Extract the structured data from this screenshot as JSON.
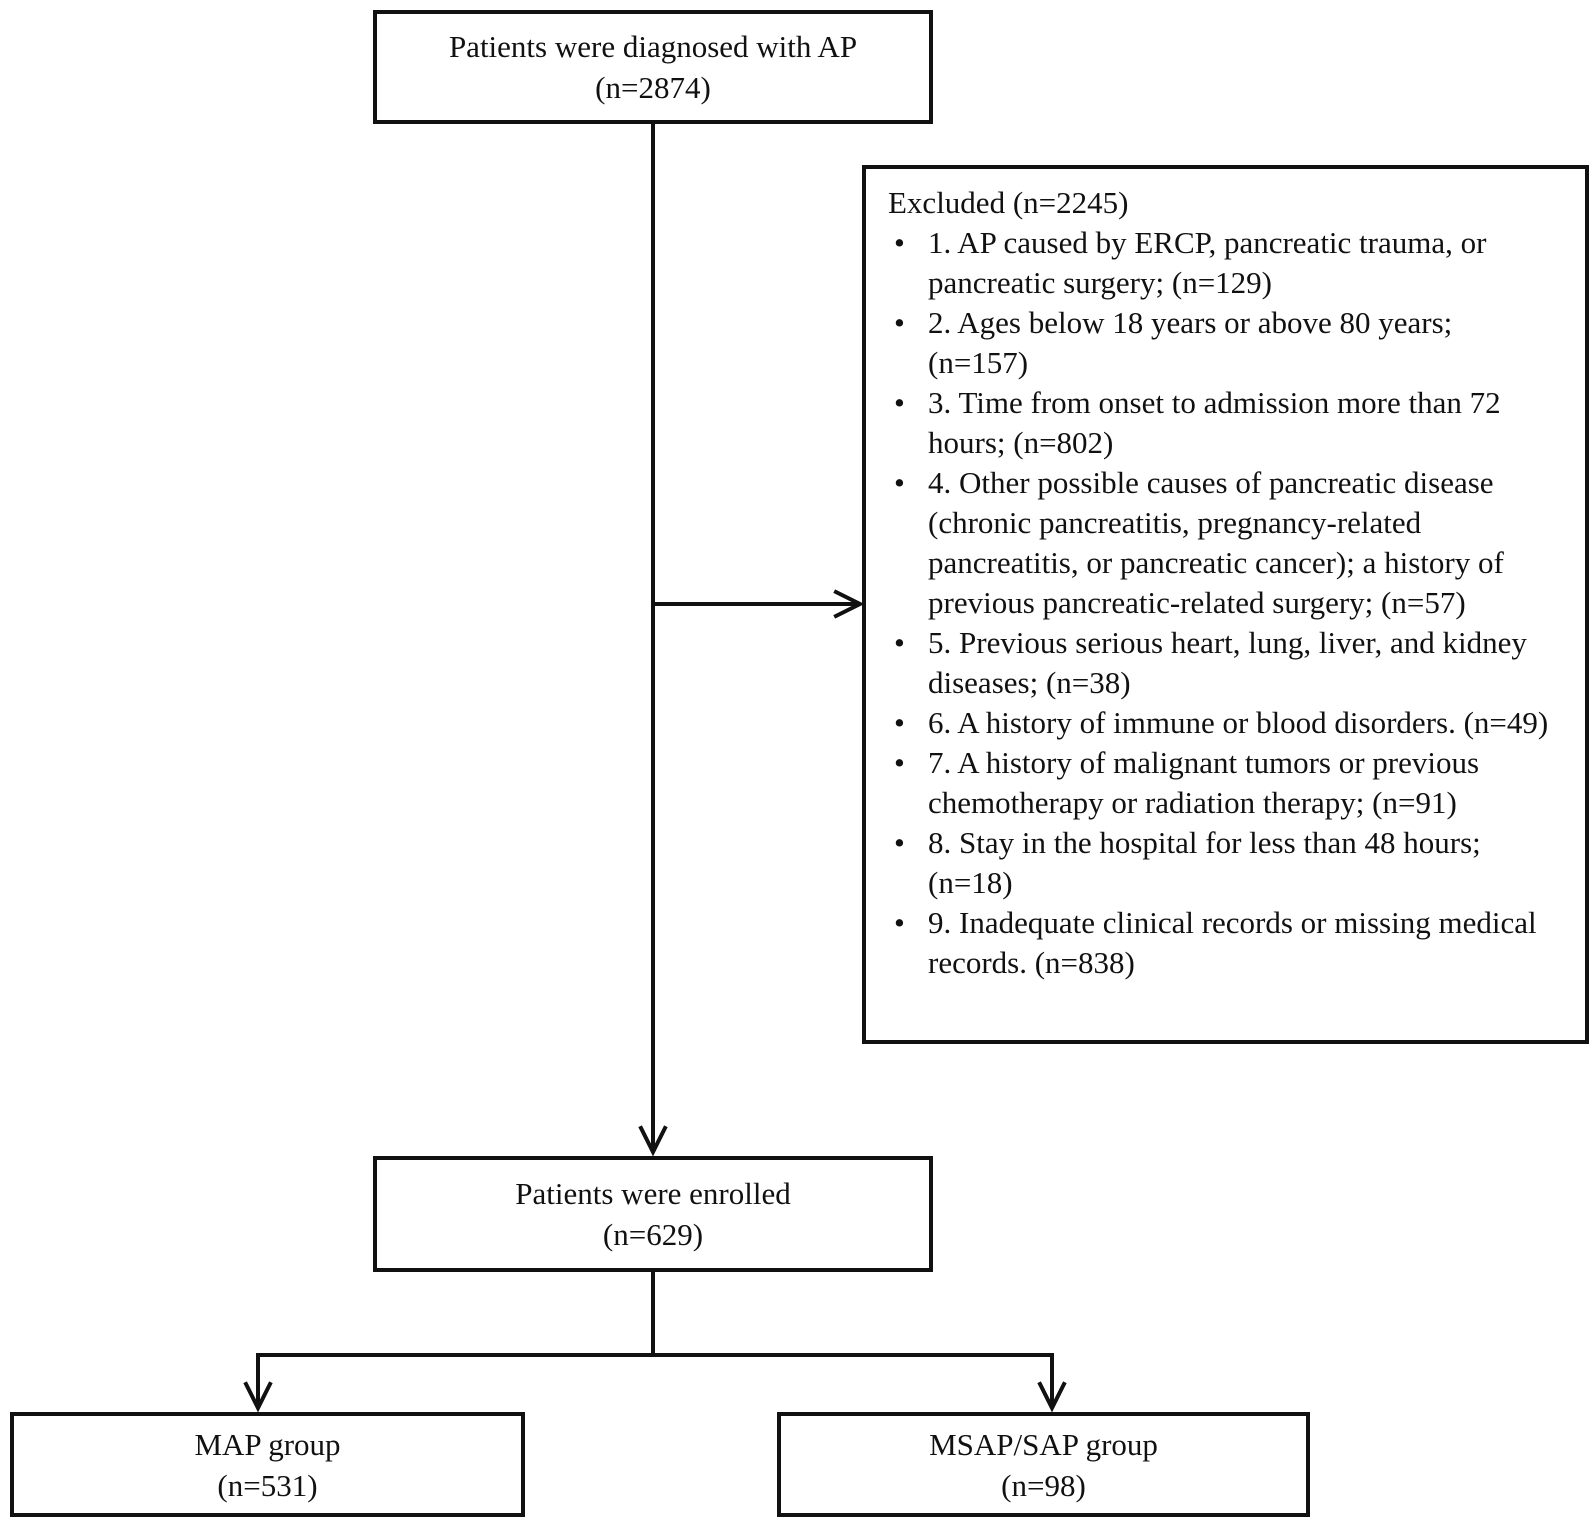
{
  "top_box": {
    "line1": "Patients were diagnosed with AP",
    "line2": "(n=2874)"
  },
  "excluded_box": {
    "title": "Excluded (n=2245)",
    "bullet": "•",
    "items": [
      "1. AP caused by ERCP, pancreatic trauma, or pancreatic surgery; (n=129)",
      "2. Ages below 18 years or above 80 years; (n=157)",
      "3. Time from onset to admission more than 72 hours; (n=802)",
      "4. Other possible causes of pancreatic disease (chronic pancreatitis, pregnancy-related pancreatitis, or pancreatic cancer); a history of previous pancreatic-related surgery; (n=57)",
      "5. Previous serious heart, lung, liver, and kidney diseases; (n=38)",
      "6. A history of immune or blood disorders. (n=49)",
      "7. A history of malignant tumors or previous chemotherapy or radiation therapy; (n=91)",
      "8. Stay in the hospital for less than 48 hours; (n=18)",
      "9. Inadequate clinical records or missing medical records. (n=838)"
    ]
  },
  "enrolled_box": {
    "line1": "Patients were enrolled",
    "line2": "(n=629)"
  },
  "map_box": {
    "line1": "MAP group",
    "line2": "(n=531)"
  },
  "msap_box": {
    "line1": "MSAP/SAP group",
    "line2": "(n=98)"
  }
}
